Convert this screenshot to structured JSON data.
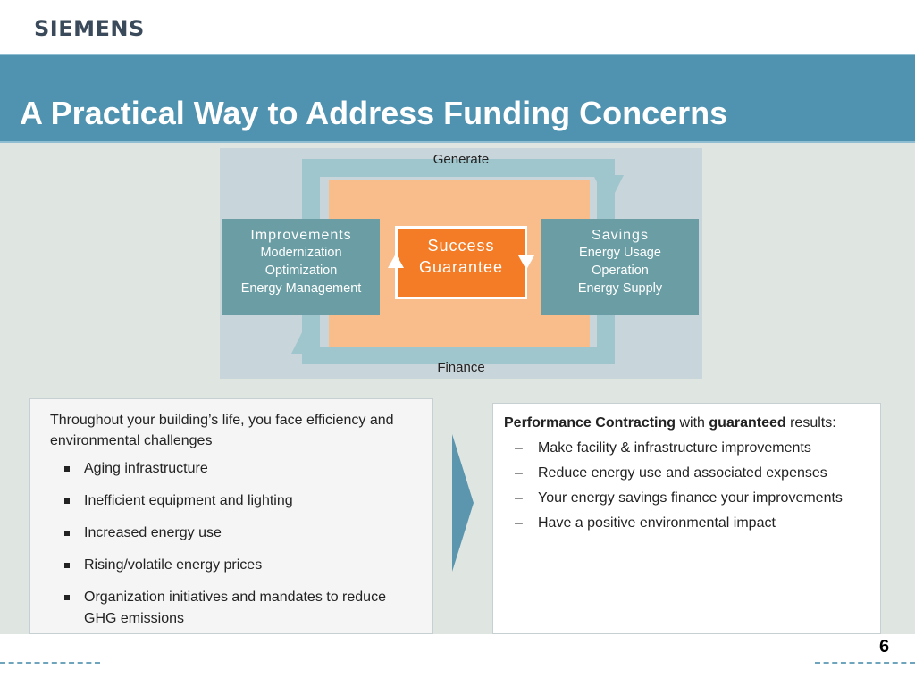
{
  "brand": {
    "logo_text": "SIEMENS"
  },
  "slide": {
    "title": "A Practical Way to Address Funding Concerns",
    "page_number": "6"
  },
  "diagram": {
    "top_label": "Generate",
    "bottom_label": "Finance",
    "center": {
      "line1": "Success",
      "line2": "Guarantee"
    },
    "left_box": {
      "heading": "Improvements",
      "lines": [
        "Modernization",
        "Optimization",
        "Energy Management"
      ]
    },
    "right_box": {
      "heading": "Savings",
      "lines": [
        "Energy Usage",
        "Operation",
        "Energy Supply"
      ]
    }
  },
  "left_panel": {
    "intro": "Throughout your building’s life, you face efficiency and environmental challenges",
    "bullets": [
      "Aging infrastructure",
      "Inefficient equipment and lighting",
      "Increased energy use",
      "Rising/volatile energy prices",
      "Organization initiatives and mandates to reduce GHG emissions"
    ]
  },
  "right_panel": {
    "heading_bold1": "Performance Contracting",
    "heading_mid": " with ",
    "heading_bold2": "guaranteed",
    "heading_end": " results:",
    "items": [
      "Make facility & infrastructure improvements",
      "Reduce energy use and associated expenses",
      "Your energy savings finance your improvements",
      "Have a positive environmental impact"
    ]
  },
  "colors": {
    "title_band": "#5093b0",
    "accent_orange": "#f47c26",
    "box_teal": "#6a9ea4",
    "loop_arrow": "#9ec6cc",
    "center_fill": "#f8bd8b"
  }
}
